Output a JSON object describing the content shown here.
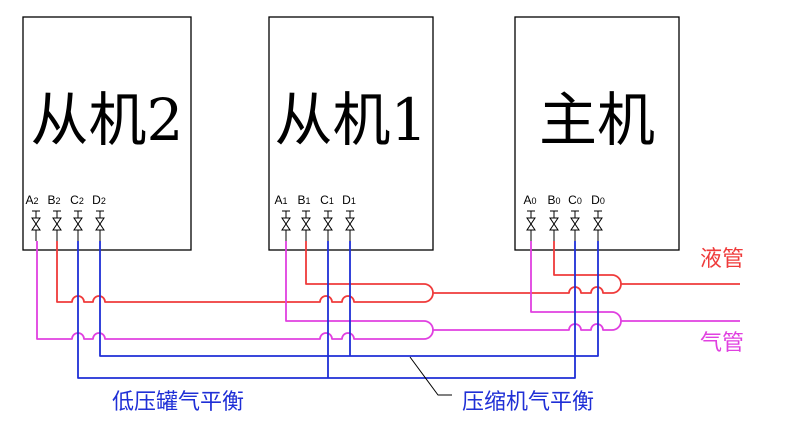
{
  "units": [
    {
      "title": "从机2",
      "ports": [
        {
          "letter": "A",
          "sub": "2"
        },
        {
          "letter": "B",
          "sub": "2"
        },
        {
          "letter": "C",
          "sub": "2"
        },
        {
          "letter": "D",
          "sub": "2"
        }
      ]
    },
    {
      "title": "从机1",
      "ports": [
        {
          "letter": "A",
          "sub": "1"
        },
        {
          "letter": "B",
          "sub": "1"
        },
        {
          "letter": "C",
          "sub": "1"
        },
        {
          "letter": "D",
          "sub": "1"
        }
      ]
    },
    {
      "title": "主机",
      "ports": [
        {
          "letter": "A",
          "sub": "0"
        },
        {
          "letter": "B",
          "sub": "0"
        },
        {
          "letter": "C",
          "sub": "0"
        },
        {
          "letter": "D",
          "sub": "0"
        }
      ]
    }
  ],
  "pipes": {
    "liquid_label": "液管",
    "gas_label": "气管",
    "low_pressure_balance_label": "低压罐气平衡",
    "compressor_balance_label": "压缩机气平衡"
  },
  "colors": {
    "liquid": "#ef3b3b",
    "gas": "#e040e0",
    "balance": "#1f2fd6",
    "leader": "#000000"
  }
}
